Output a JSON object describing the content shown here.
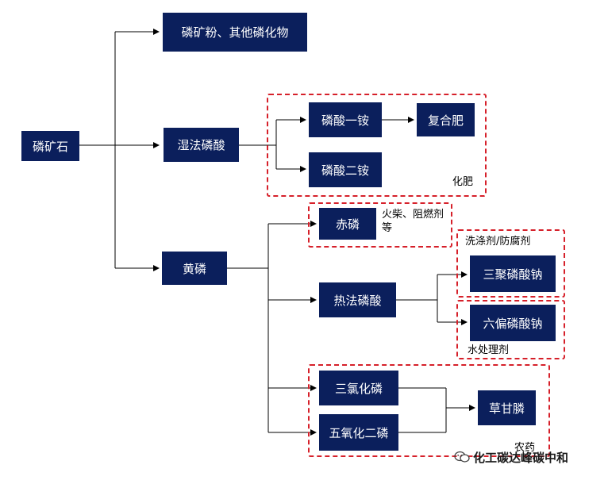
{
  "nodes": {
    "rock": "磷矿石",
    "powder": "磷矿粉、其他磷化物",
    "wet_acid": "湿法磷酸",
    "yellow_p": "黄磷",
    "map": "磷酸一铵",
    "dap": "磷酸二铵",
    "compound": "复合肥",
    "red_p": "赤磷",
    "thermal_acid": "热法磷酸",
    "stpp": "三聚磷酸钠",
    "shmp": "六偏磷酸钠",
    "pcl3": "三氯化磷",
    "p2o5": "五氧化二磷",
    "glyphosate": "草甘膦"
  },
  "labels": {
    "fertilizer": "化肥",
    "matches": "火柴、阻燃剂等",
    "detergent": "洗涤剂/防腐剂",
    "water": "水处理剂",
    "pesticide": "农药"
  },
  "watermark": {
    "text": "化工碳达峰碳中和",
    "icon": "wechat-icon"
  },
  "colors": {
    "node_fill": "#0b1f5c",
    "group_border": "#d6202a",
    "connector": "#000000"
  }
}
